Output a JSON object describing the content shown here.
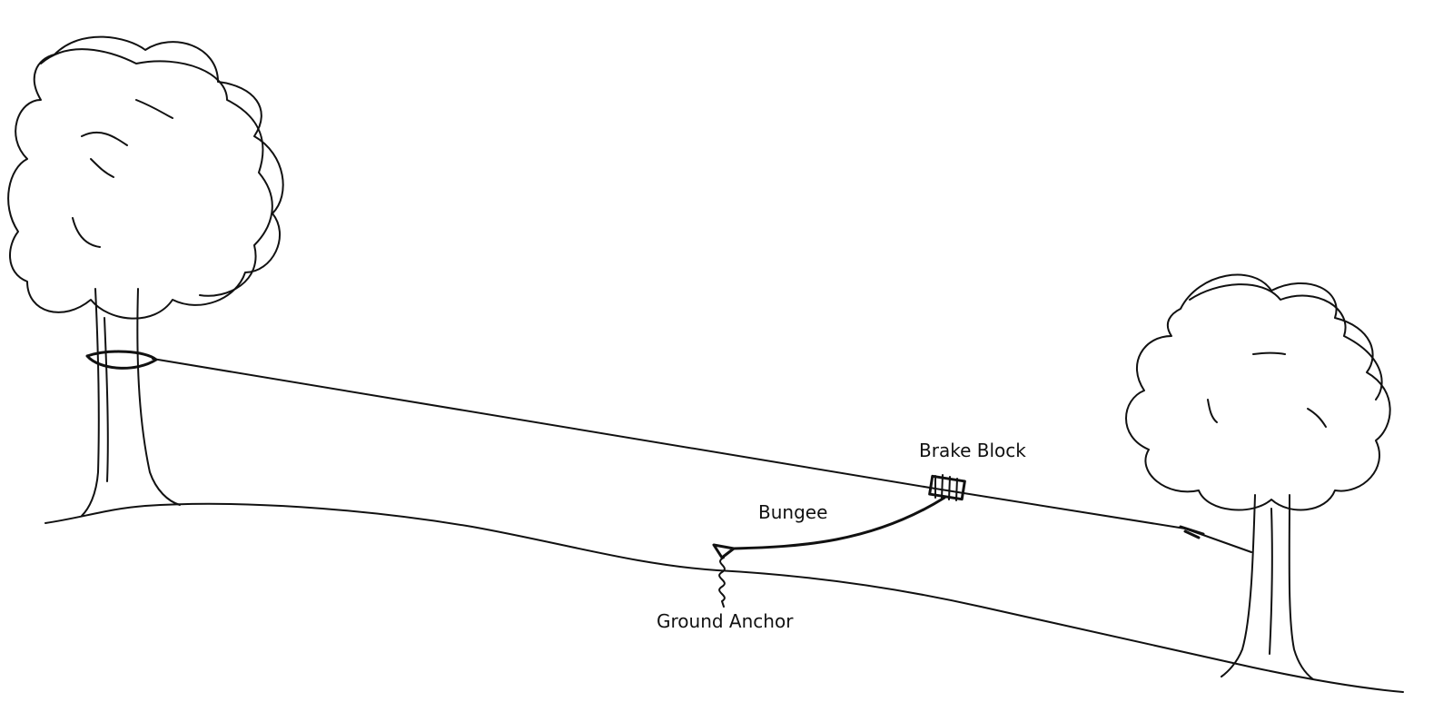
{
  "diagram": {
    "labels": {
      "brake_block": "Brake Block",
      "bungee": "Bungee",
      "ground_anchor": "Ground Anchor"
    },
    "ink_color": "#111111",
    "background_color": "#ffffff"
  }
}
